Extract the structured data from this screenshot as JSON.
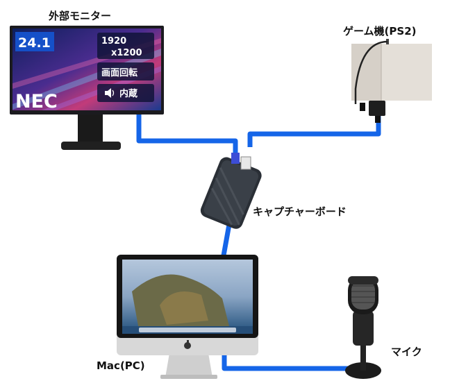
{
  "labels": {
    "monitor": "外部モニター",
    "console": "ゲーム機(PS2)",
    "capture": "キャプチャーボード",
    "pc": "Mac(PC)",
    "mic": "マイク"
  },
  "monitor_screen": {
    "size": "24.1",
    "res_line1": "1920",
    "res_line2": "x1200",
    "rotate": "画面回転",
    "speaker": "内蔵",
    "brand": "NEC"
  },
  "colors": {
    "cable": "#1565e8",
    "device_dark": "#222222",
    "console_body": "#d9d4cd"
  },
  "icons": {
    "speaker": "speaker-icon",
    "apple": "apple-logo-icon"
  }
}
